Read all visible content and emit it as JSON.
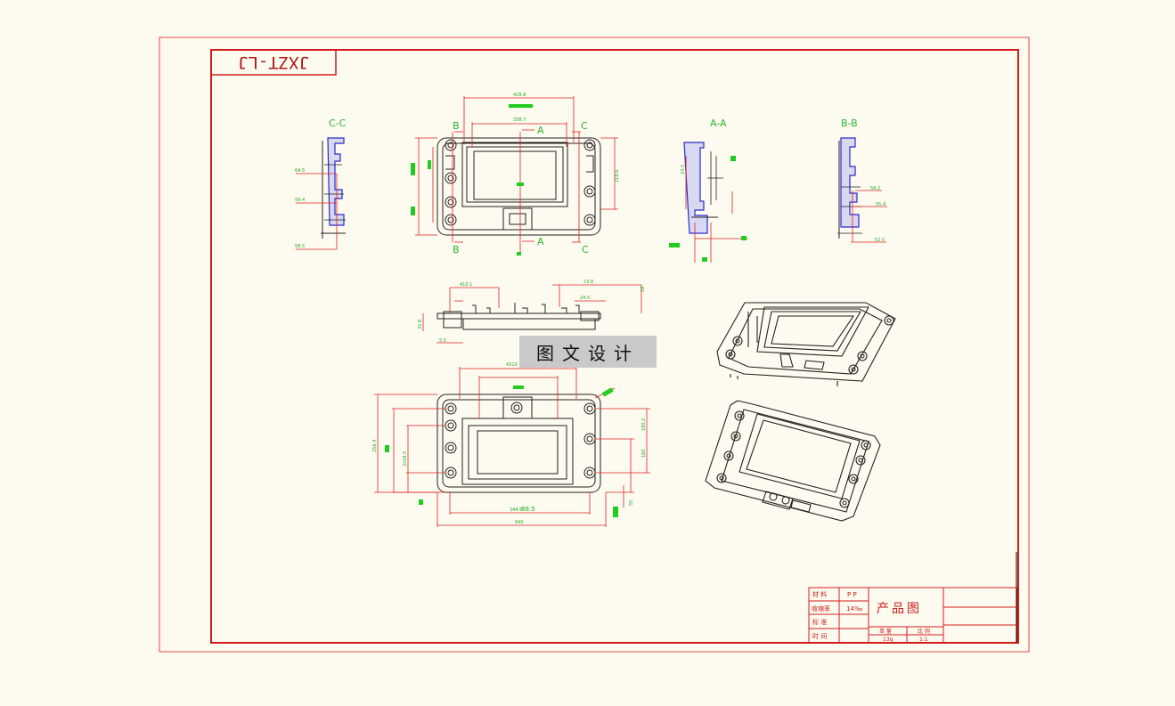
{
  "sheet": {
    "drawing_code": "JXZT-LJ",
    "watermark": "图文设计"
  },
  "views": {
    "section_cc": "C-C",
    "section_aa": "A-A",
    "section_bb": "B-B",
    "cut_markers": {
      "a_top": "A",
      "a_bottom": "A",
      "b_top": "B",
      "b_bottom": "B",
      "c_top": "C",
      "c_bottom": "C"
    }
  },
  "dimensions": {
    "top_overall": "428.8",
    "top_inner": "338.7",
    "top_height": "218.6",
    "cc_1": "64.5",
    "cc_2": "59.4",
    "cc_3": "58.5",
    "aa_1": "24.5",
    "bb_1": "58.2",
    "bb_2": "55.4",
    "bb_3": "52.5",
    "side_1": "410.1",
    "side_2": "23.8",
    "side_3": "24.5",
    "side_4": "18",
    "side_5": "5.5",
    "side_6": "32.8",
    "bottom_overall": "640",
    "bottom_inner": "344.5",
    "bottom_mid": "88.5",
    "bottom_top": "4310",
    "bottom_h1": "256.4",
    "bottom_h2": "2x58.5",
    "bottom_r1": "180.2",
    "bottom_r2": "180",
    "bottom_r3": "55"
  },
  "title_block": {
    "material_label": "材 料",
    "material_value": "P P",
    "shrinkage_label": "收缩率",
    "shrinkage_value": "14‰",
    "standard_label": "标 准",
    "date_label": "时 间",
    "title": "产品图",
    "quantity_label": "单 量",
    "quantity_value": "13g",
    "scale_label": "比 例",
    "scale_value": "1:1"
  }
}
